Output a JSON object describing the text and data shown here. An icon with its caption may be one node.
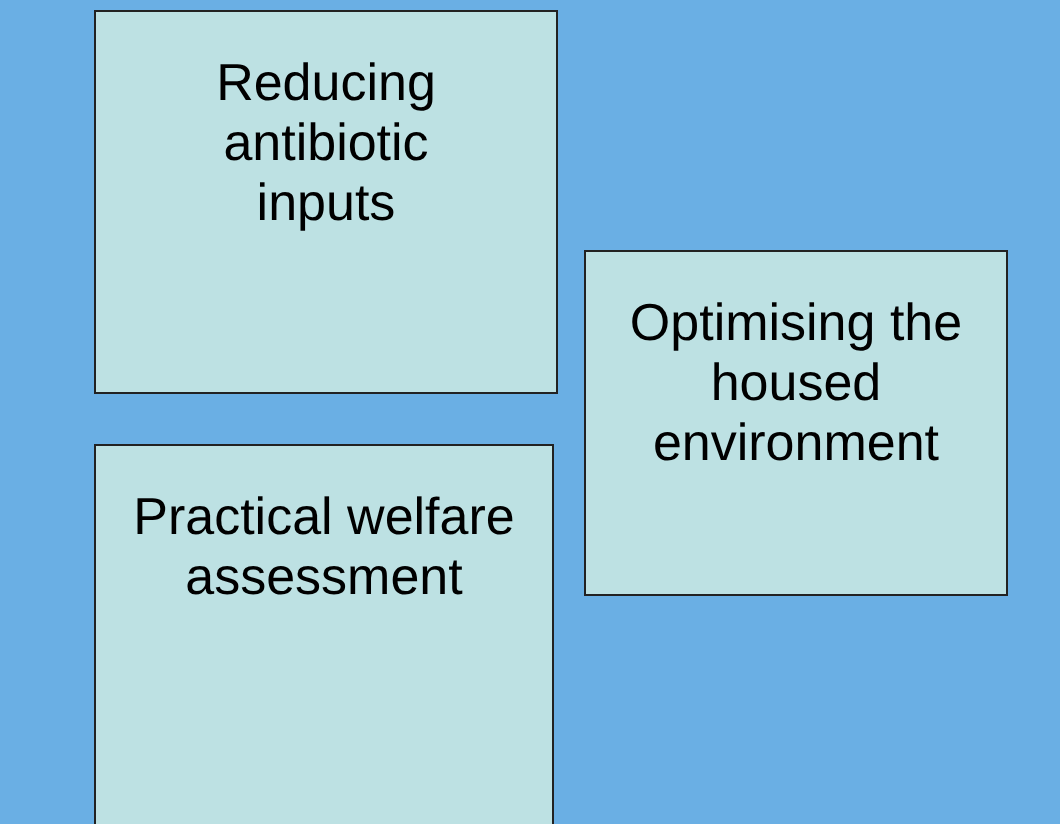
{
  "diagram": {
    "nodes": [
      {
        "text": [
          "Reducing antibiotic inputs"
        ]
      },
      {
        "text": [
          "Practical welfare assessment"
        ]
      },
      {
        "text": [
          "Optimising the housed environment"
        ]
      }
    ]
  }
}
